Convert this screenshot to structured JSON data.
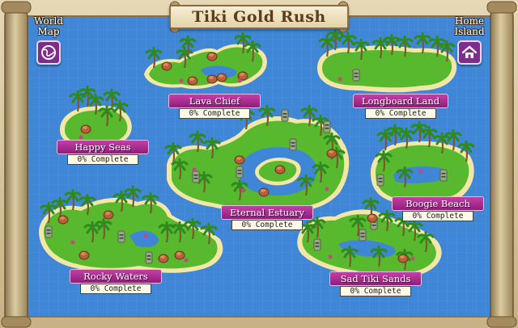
{
  "header": {
    "title": "Tiki Gold Rush"
  },
  "world_map_button": {
    "label_line1": "World",
    "label_line2": "Map",
    "icon": "globe-icon"
  },
  "home_island_button": {
    "label_line1": "Home",
    "label_line2": "Island",
    "icon": "house-icon"
  },
  "islands": [
    {
      "id": "lava-chief",
      "name": "Lava Chief",
      "progress": "0% Complete"
    },
    {
      "id": "longboard-land",
      "name": "Longboard Land",
      "progress": "0% Complete"
    },
    {
      "id": "happy-seas",
      "name": "Happy Seas",
      "progress": "0% Complete"
    },
    {
      "id": "eternal-estuary",
      "name": "Eternal Estuary",
      "progress": "0% Complete"
    },
    {
      "id": "boogie-beach",
      "name": "Boogie Beach",
      "progress": "0% Complete"
    },
    {
      "id": "rocky-waters",
      "name": "Rocky Waters",
      "progress": "0% Complete"
    },
    {
      "id": "sad-tiki-sands",
      "name": "Sad Tiki Sands",
      "progress": "0% Complete"
    }
  ],
  "colors": {
    "ocean": "#3f86d6",
    "grass": "#58b82e",
    "sand": "#f2e7a6",
    "label_purple": "#a8288f",
    "button_purple": "#7d2d8c",
    "parchment": "#d8c7a1"
  }
}
